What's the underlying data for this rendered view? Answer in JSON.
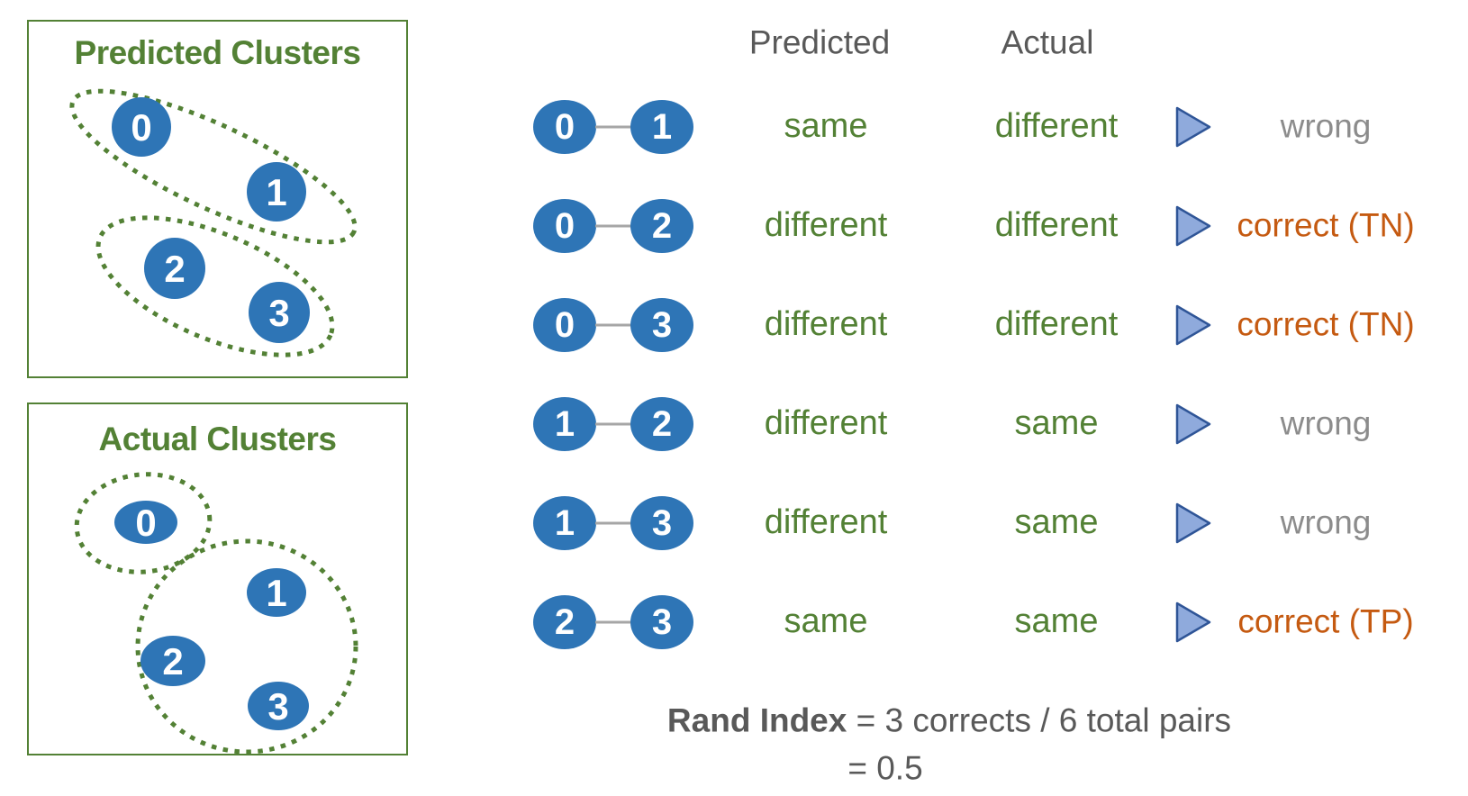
{
  "colors": {
    "green": "#538135",
    "node_blue": "#2E75B6",
    "arrow_fill": "#8FAADC",
    "arrow_border": "#2F5597",
    "gray_text": "#595959",
    "wrong_gray": "#8C8C8C",
    "correct_orange": "#C55A11",
    "connector_gray": "#A6A6A6"
  },
  "predicted_box": {
    "title": "Predicted Clusters",
    "node_labels": [
      "0",
      "1",
      "2",
      "3"
    ]
  },
  "actual_box": {
    "title": "Actual Clusters",
    "node_labels": [
      "0",
      "1",
      "2",
      "3"
    ]
  },
  "table": {
    "headers": {
      "predicted": "Predicted",
      "actual": "Actual"
    },
    "rows": [
      {
        "pair": [
          "0",
          "1"
        ],
        "predicted": "same",
        "actual": "different",
        "result": "wrong",
        "result_type": "wrong"
      },
      {
        "pair": [
          "0",
          "2"
        ],
        "predicted": "different",
        "actual": "different",
        "result": "correct (TN)",
        "result_type": "correct"
      },
      {
        "pair": [
          "0",
          "3"
        ],
        "predicted": "different",
        "actual": "different",
        "result": "correct (TN)",
        "result_type": "correct"
      },
      {
        "pair": [
          "1",
          "2"
        ],
        "predicted": "different",
        "actual": "same",
        "result": "wrong",
        "result_type": "wrong"
      },
      {
        "pair": [
          "1",
          "3"
        ],
        "predicted": "different",
        "actual": "same",
        "result": "wrong",
        "result_type": "wrong"
      },
      {
        "pair": [
          "2",
          "3"
        ],
        "predicted": "same",
        "actual": "same",
        "result": "correct (TP)",
        "result_type": "correct"
      }
    ]
  },
  "formula": {
    "label": "Rand Index",
    "rest": " = 3 corrects / 6 total pairs",
    "line2": "= 0.5"
  }
}
